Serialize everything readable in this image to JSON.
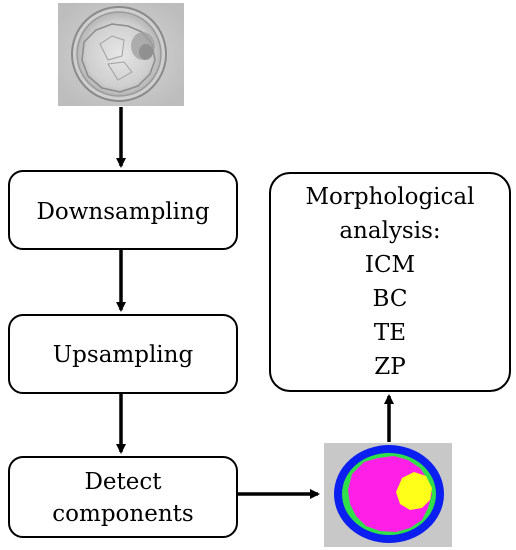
{
  "flow": {
    "input_image": {
      "description_icon": "embryo-microscopy-image"
    },
    "steps": [
      {
        "id": "downsampling",
        "label": "Downsampling"
      },
      {
        "id": "upsampling",
        "label": "Upsampling"
      },
      {
        "id": "detect-components",
        "label_lines": [
          "Detect",
          "components"
        ]
      }
    ],
    "output_image": {
      "description_icon": "segmented-embryo-image"
    },
    "analysis": {
      "label_lines": [
        "Morphological",
        "analysis:",
        "ICM",
        "BC",
        "TE",
        "ZP"
      ]
    }
  },
  "colors": {
    "zp_ring": "#0a1ff0",
    "te_ring": "#2fe04a",
    "bc_region": "#ff1fe6",
    "icm_region": "#ffff19",
    "stroke": "#000000",
    "box_fill": "#ffffff"
  }
}
